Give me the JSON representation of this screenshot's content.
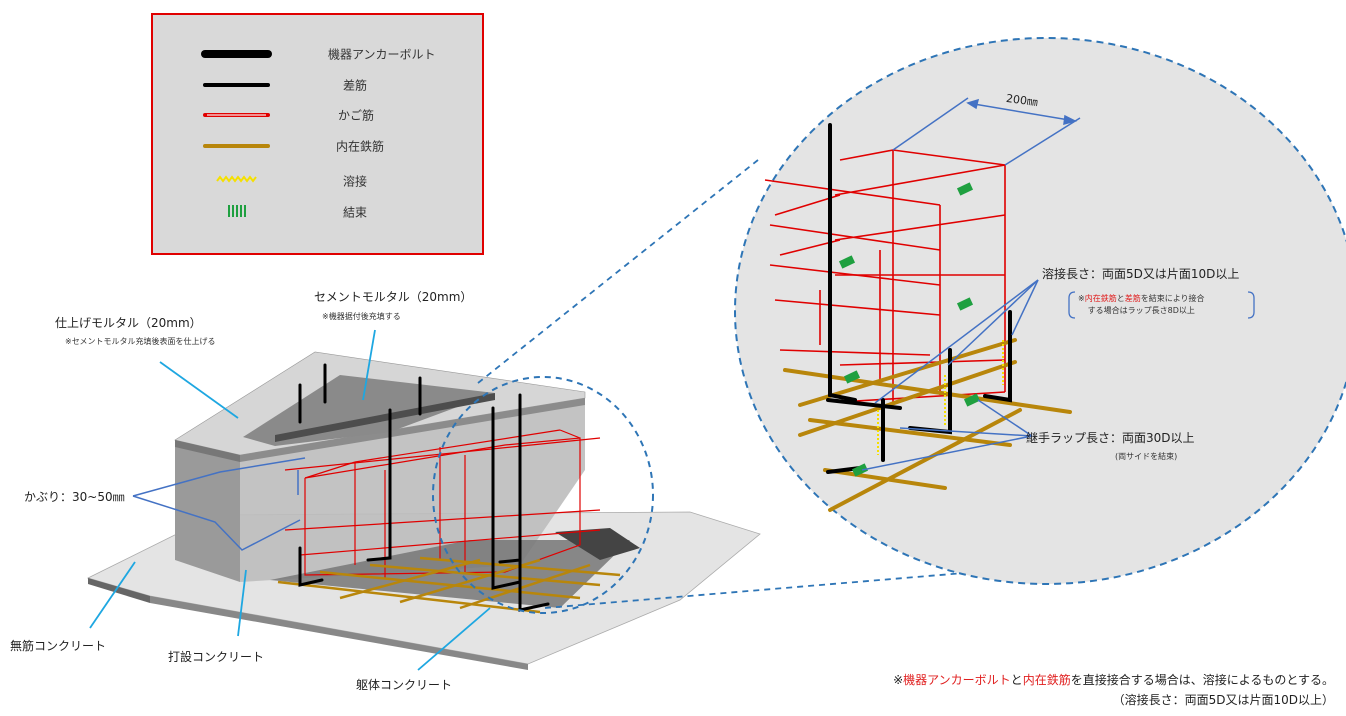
{
  "legend": {
    "items": [
      {
        "label": "機器アンカーボルト",
        "symbol": "thick-black-line",
        "color": "#000000"
      },
      {
        "label": "差筋",
        "symbol": "black-line",
        "color": "#000000"
      },
      {
        "label": "かご筋",
        "symbol": "red-double-line",
        "color": "#e00000"
      },
      {
        "label": "内在鉄筋",
        "symbol": "gold-line",
        "color": "#b8860b"
      },
      {
        "label": "溶接",
        "symbol": "yellow-zigzag",
        "color": "#f5e000"
      },
      {
        "label": "結束",
        "symbol": "green-bars",
        "color": "#1fa040"
      }
    ]
  },
  "labels": {
    "cement_mortar": "セメントモルタル（20mm）",
    "cement_mortar_note": "※機器据付後充填する",
    "finish_mortar": "仕上げモルタル（20mm）",
    "finish_mortar_note": "※セメントモルタル充填後表面を仕上げる",
    "cover": "かぶり：30~50㎜",
    "plain_concrete": "無筋コンクリート",
    "cast_concrete": "打設コンクリート",
    "body_concrete": "躯体コンクリート",
    "dimension": "200㎜",
    "weld_length": "溶接長さ：両面5D又は片面10D以上",
    "weld_note_prefix": "※",
    "weld_note_red1": "内在鉄筋",
    "weld_note_mid": "と",
    "weld_note_red2": "差筋",
    "weld_note_rest1": "を結束により接合",
    "weld_note_line2": "する場合はラップ長さ8D以上",
    "lap_length": "継手ラップ長さ：両面30D以上",
    "lap_note": "(両サイドを結束)"
  },
  "footer": {
    "prefix": "※",
    "red1": "機器アンカーボルト",
    "and": "と",
    "red2": "内在鉄筋",
    "rest": "を直接接合する場合は、溶接によるものとする。",
    "line2": "（溶接長さ：両面5D又は片面10D以上）"
  },
  "colors": {
    "legend_border": "#e00000",
    "legend_bg": "#d9d9d9",
    "cage_rebar": "#e00000",
    "internal_rebar": "#b8860b",
    "anchor_bolt": "#000000",
    "callout_blue": "#4472c4",
    "leader_cyan": "#1ea7e1",
    "detail_circle_dash": "#2e75b6"
  }
}
